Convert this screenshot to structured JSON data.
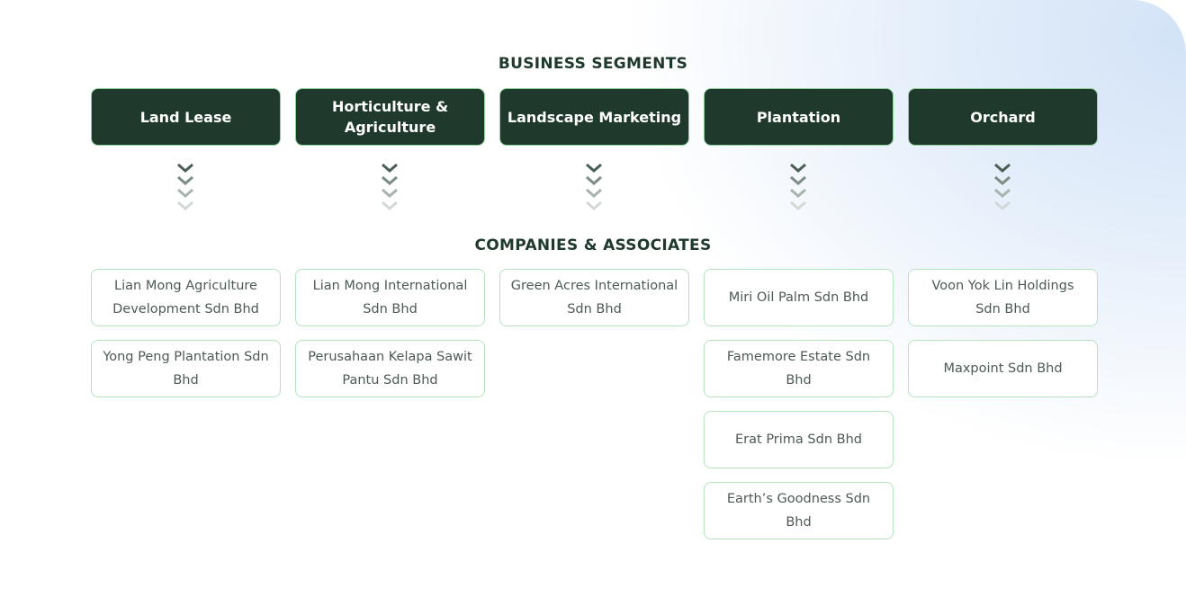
{
  "segments_title": "BUSINESS SEGMENTS",
  "companies_title": "COMPANIES & ASSOCIATES",
  "columns": [
    {
      "segment": "Land Lease",
      "companies": [
        "Lian Mong Agriculture Development Sdn Bhd",
        "Yong Peng Plantation Sdn Bhd"
      ]
    },
    {
      "segment": "Horticulture & Agriculture",
      "companies": [
        "Lian Mong International Sdn Bhd",
        "Perusahaan Kelapa Sawit Pantu Sdn Bhd"
      ]
    },
    {
      "segment": "Landscape Marketing",
      "companies": [
        "Green Acres International Sdn Bhd"
      ]
    },
    {
      "segment": "Plantation",
      "companies": [
        "Miri Oil Palm Sdn Bhd",
        "Famemore Estate Sdn Bhd",
        "Erat Prima Sdn Bhd",
        "Earth’s Goodness Sdn Bhd"
      ]
    },
    {
      "segment": "Orchard",
      "companies": [
        "Voon Yok Lin Holdings Sdn Bhd",
        "Maxpoint Sdn Bhd"
      ]
    }
  ],
  "colors": {
    "segment_bg": "#1f3a2c",
    "company_border": "#b5e3bd"
  }
}
